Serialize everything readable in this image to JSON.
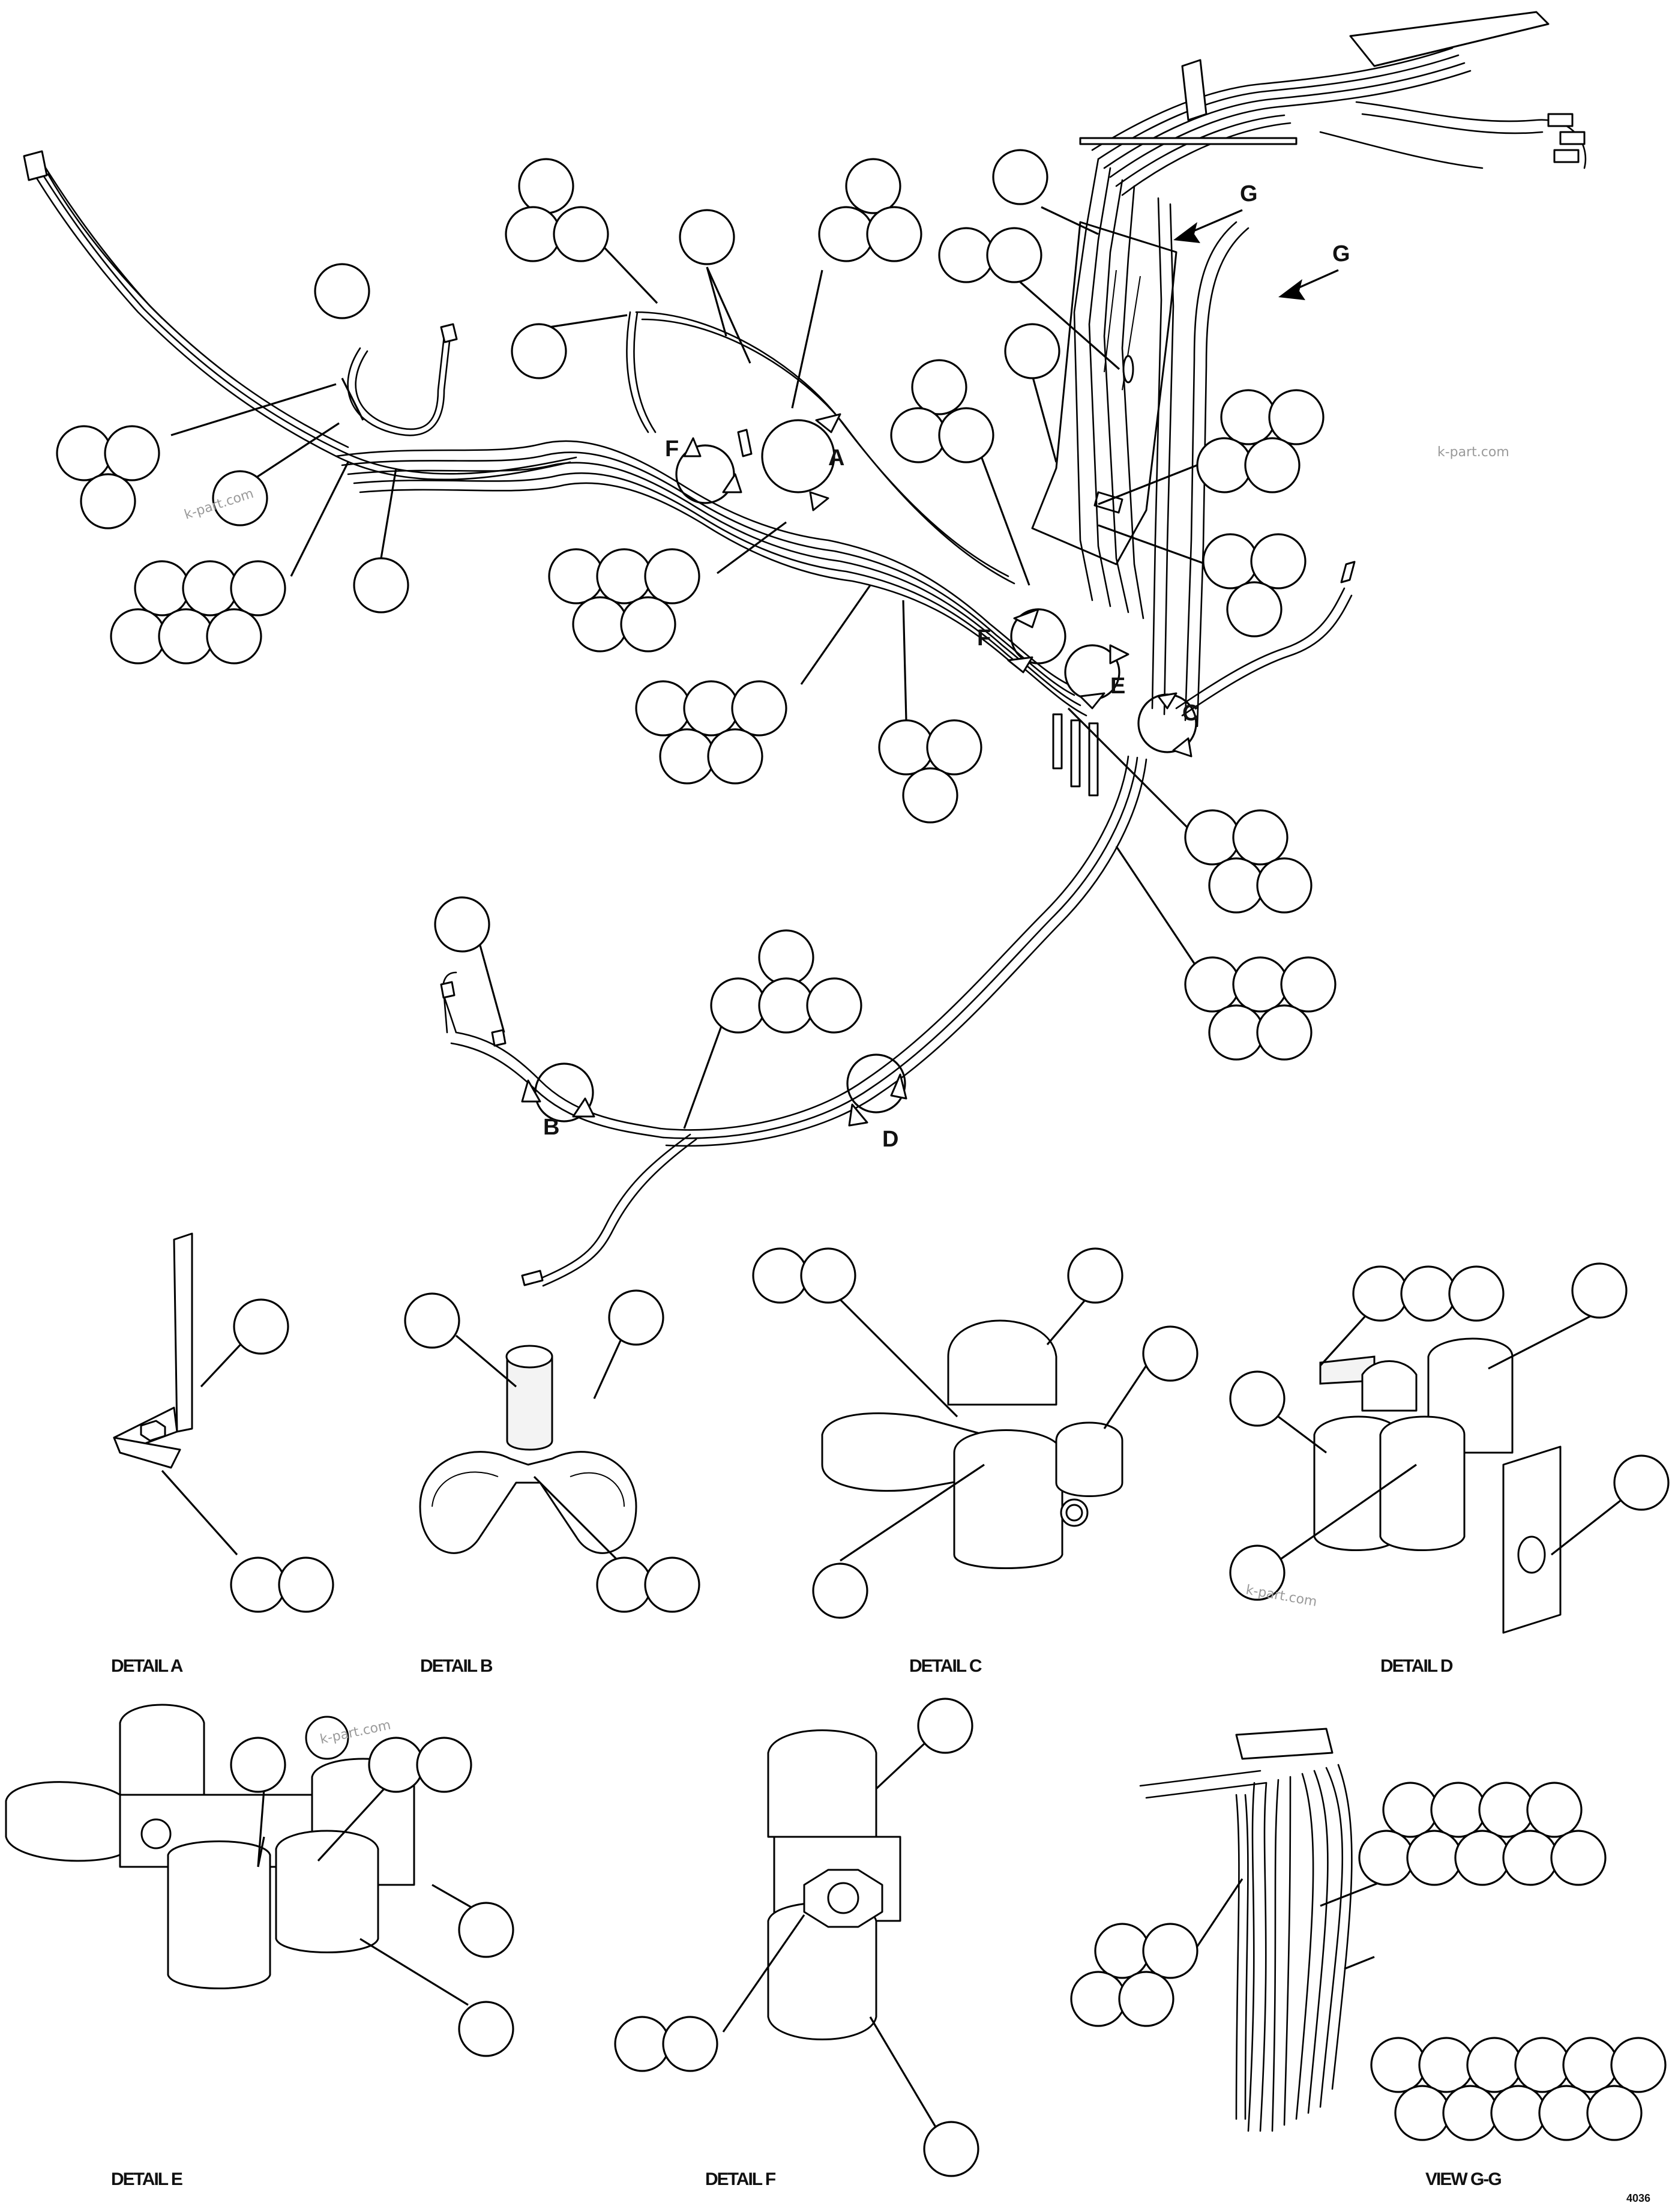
{
  "colors": {
    "ink": "#000000",
    "paper": "#ffffff",
    "watermark": "#9a9a9a"
  },
  "view_labels": {
    "a": "A",
    "b": "B",
    "c": "C",
    "d": "D",
    "e": "E",
    "f": "F",
    "g1": "G",
    "g2": "G",
    "f2": "F"
  },
  "captions": {
    "detail_a": "DETAIL A",
    "detail_b": "DETAIL B",
    "detail_c": "DETAIL C",
    "detail_d": "DETAIL D",
    "detail_e": "DETAIL E",
    "detail_f": "DETAIL F",
    "view_gg": "VIEW G-G"
  },
  "watermarks": [
    "k-part.com",
    "k-part.com",
    "k-part.com",
    "k-part.com"
  ],
  "sheet_code": "4036"
}
